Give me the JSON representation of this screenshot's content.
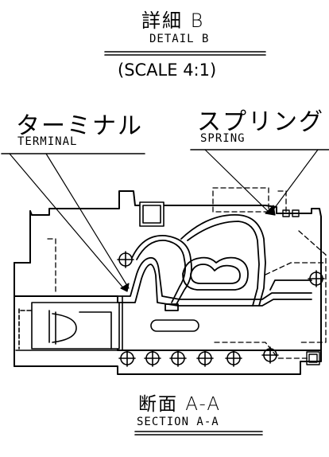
{
  "detail": {
    "title_jp": "詳細 B",
    "title_en": "DETAIL B",
    "scale": "(SCALE 4:1)"
  },
  "callouts": {
    "terminal_jp": "ターミナル",
    "terminal_en": "TERMINAL",
    "spring_jp": "スプリング",
    "spring_en": "SPRING"
  },
  "section": {
    "title_jp": "断面 A-A",
    "title_en": "SECTION A-A"
  }
}
